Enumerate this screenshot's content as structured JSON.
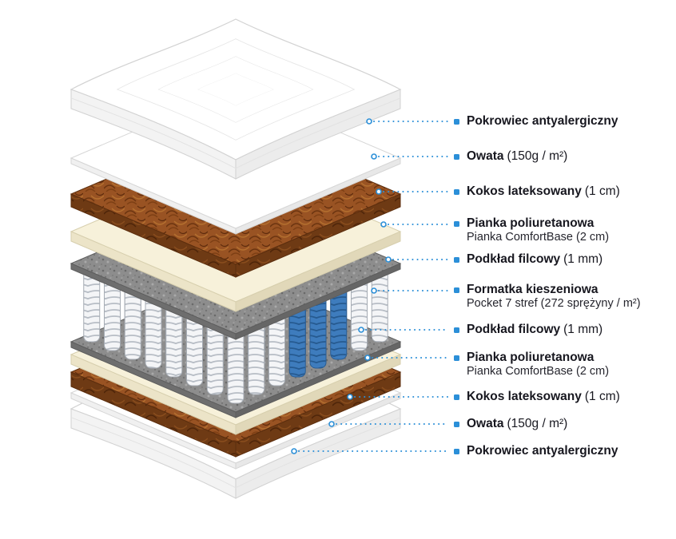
{
  "colors": {
    "accent": "#2b8fd8",
    "spring_blue": "#3e7cbd",
    "kokos_brown": "#995323",
    "foam_cream": "#f7f1da",
    "felt_gray": "#8d8d8d"
  },
  "labels": [
    {
      "title": "Pokrowiec antyalergiczny",
      "detail": "",
      "sub": ""
    },
    {
      "title": "Owata",
      "detail": "(150g / m²)",
      "sub": ""
    },
    {
      "title": "Kokos lateksowany",
      "detail": "(1 cm)",
      "sub": ""
    },
    {
      "title": "Pianka poliuretanowa",
      "detail": "",
      "sub": "Pianka ComfortBase (2 cm)"
    },
    {
      "title": "Podkład filcowy",
      "detail": "(1 mm)",
      "sub": ""
    },
    {
      "title": "Formatka kieszeniowa",
      "detail": "",
      "sub": "Pocket 7 stref (272 sprężyny / m²)"
    },
    {
      "title": "Podkład filcowy",
      "detail": "(1 mm)",
      "sub": ""
    },
    {
      "title": "Pianka poliuretanowa",
      "detail": "",
      "sub": "Pianka ComfortBase (2 cm)"
    },
    {
      "title": "Kokos lateksowany",
      "detail": "(1 cm)",
      "sub": ""
    },
    {
      "title": "Owata",
      "detail": "(150g / m²)",
      "sub": ""
    },
    {
      "title": "Pokrowiec antyalergiczny",
      "detail": "",
      "sub": ""
    }
  ]
}
